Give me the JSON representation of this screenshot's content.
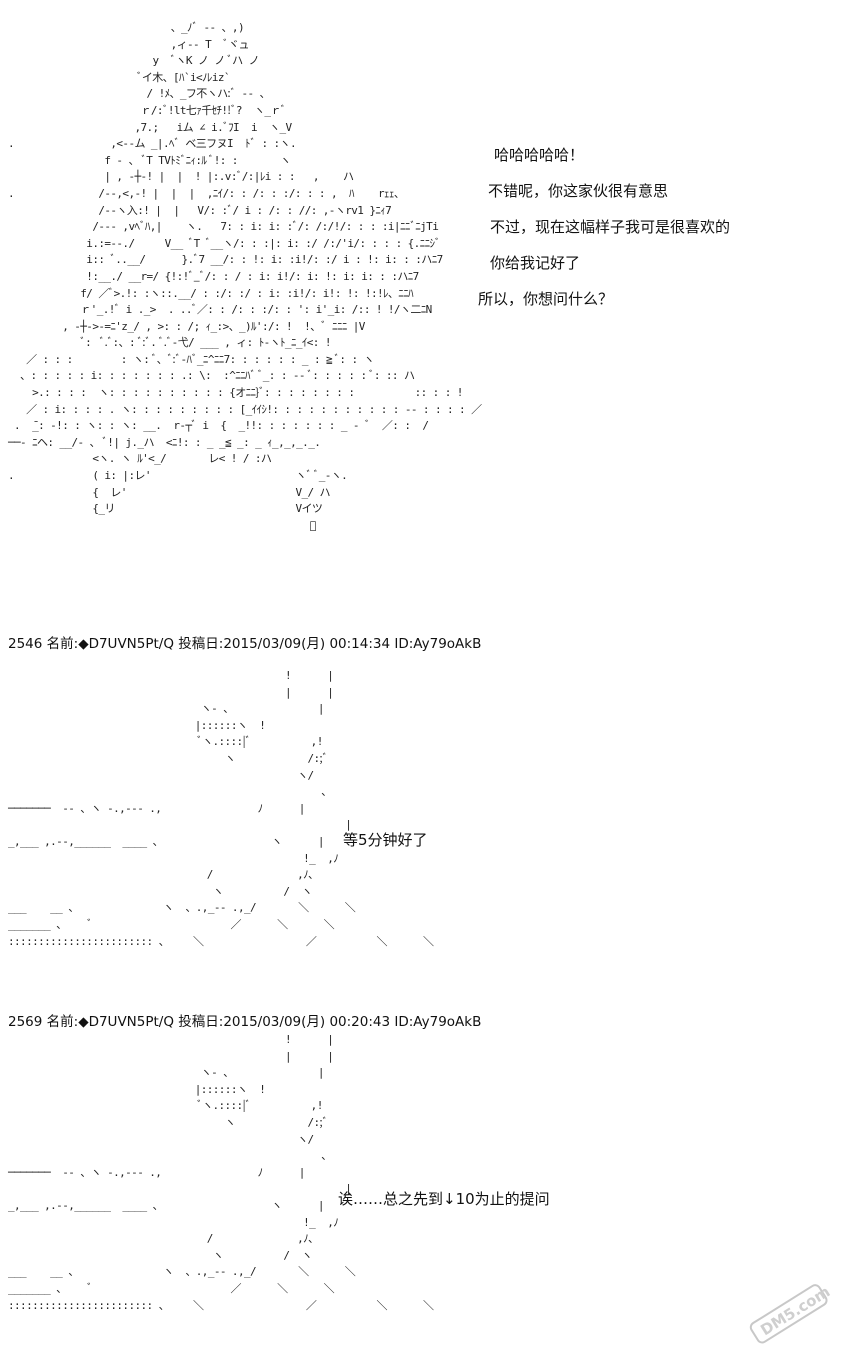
{
  "block1": {
    "speech": [
      "哈哈哈哈哈！",
      "不错呢，你这家伙很有意思",
      "不过，现在这幅样子我可是很喜欢的",
      "你给我记好了",
      "所以，你想问什么？"
    ]
  },
  "post2": {
    "header": "2546 名前:◆D7UVN5Pt/Q 投稿日:2015/03/09(月) 00:14:34 ID:Ay79oAkB",
    "line": "等5分钟好了"
  },
  "post3": {
    "header": "2569 名前:◆D7UVN5Pt/Q 投稿日:2015/03/09(月) 00:20:43 ID:Ay79oAkB",
    "line": "诶……总之先到↓10为止的提问"
  },
  "watermark": {
    "text": "DM5.com",
    "color": "#c8c8c8"
  }
}
